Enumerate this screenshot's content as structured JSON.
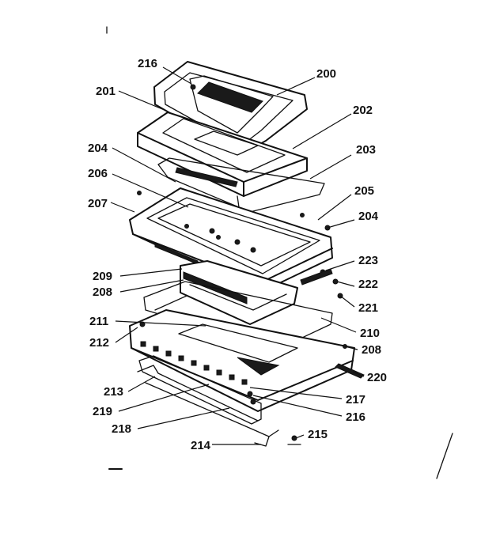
{
  "labels": {
    "p200": "200",
    "p201": "201",
    "p202": "202",
    "p203": "203",
    "p204a": "204",
    "p204b": "204",
    "p205": "205",
    "p206": "206",
    "p207": "207",
    "p208a": "208",
    "p208b": "208",
    "p209": "209",
    "p210": "210",
    "p211": "211",
    "p212": "212",
    "p213": "213",
    "p214": "214",
    "p215": "215",
    "p216a": "216",
    "p216b": "216",
    "p217": "217",
    "p218": "218",
    "p219": "219",
    "p220": "220",
    "p221": "221",
    "p222": "222",
    "p223": "223"
  },
  "colors": {
    "ink": "#111111",
    "paper": "#ffffff"
  }
}
